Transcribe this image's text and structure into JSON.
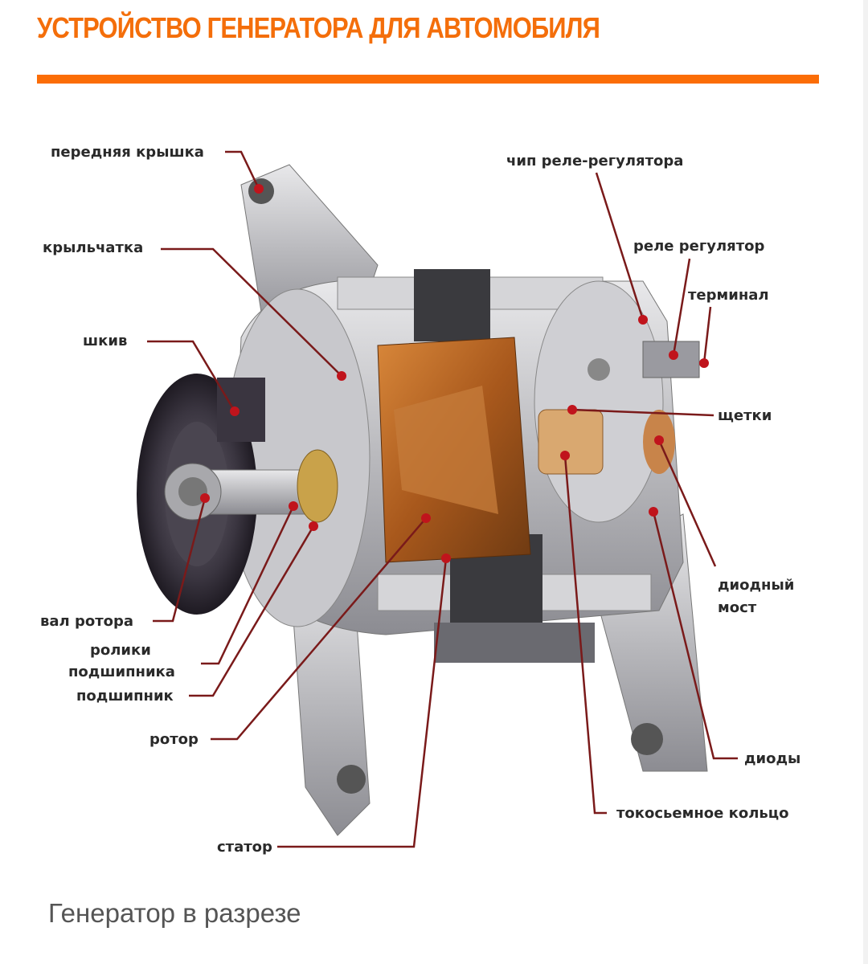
{
  "article": {
    "title": "УСТРОЙСТВО ГЕНЕРАТОРА ДЛЯ АВТОМОБИЛЯ",
    "accent_color": "#fb6d07",
    "caption": "Генератор в разрезе"
  },
  "diagram": {
    "labels": {
      "front_cover": "передняя крышка",
      "impeller": "крыльчатка",
      "pulley": "шкив",
      "rotor_shaft": "вал ротора",
      "bearing_rollers_1": "ролики",
      "bearing_rollers_2": "подшипника",
      "bearing": "подшипник",
      "rotor": "ротор",
      "stator": "статор",
      "regulator_chip": "чип реле-регулятора",
      "relay_regulator": "реле регулятор",
      "terminal": "терминал",
      "brushes": "щетки",
      "diode_bridge_1": "диодный",
      "diode_bridge_2": "мост",
      "diodes": "диоды",
      "slip_ring": "токосьемное кольцо"
    }
  }
}
